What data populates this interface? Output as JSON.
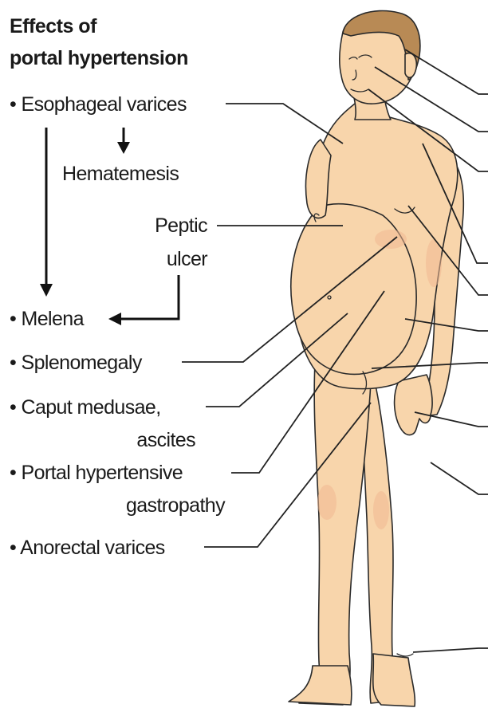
{
  "title": {
    "line1": "Effects of",
    "line2": "portal hypertension"
  },
  "labels": {
    "esophageal_varices": "• Esophageal varices",
    "hematemesis": "Hematemesis",
    "peptic_ulcer_line1": "Peptic",
    "peptic_ulcer_line2": "ulcer",
    "melena": "• Melena",
    "splenomegaly": "• Splenomegaly",
    "caput_line1": "• Caput medusae,",
    "caput_line2": "ascites",
    "gastropathy_line1": "• Portal hypertensive",
    "gastropathy_line2": "gastropathy",
    "anorectal": "• Anorectal varices"
  },
  "colors": {
    "skin": "#f8d5ab",
    "skin_shadow": "#f1b892",
    "hair": "#b88a55",
    "outline": "#2a2a2a",
    "leader_line": "#222222"
  }
}
